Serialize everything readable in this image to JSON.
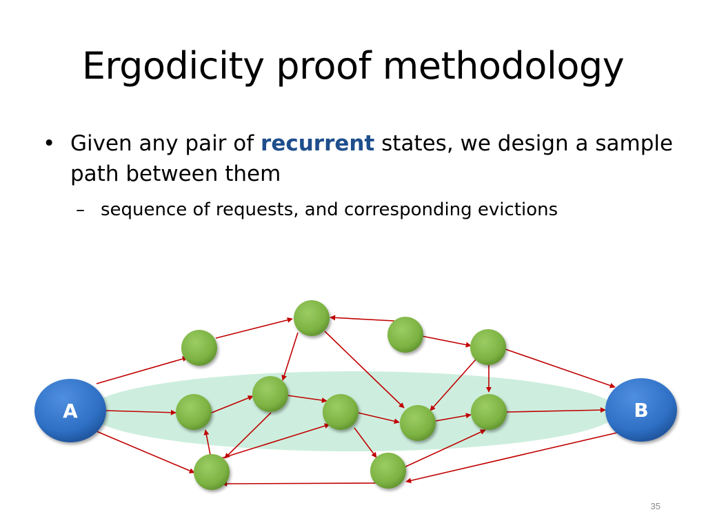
{
  "slide": {
    "title": "Ergodicity proof methodology",
    "bullet1": {
      "marker": "•",
      "before": "Given any pair of ",
      "highlight": "recurrent",
      "after": " states, we design a sample path between them"
    },
    "bullet2": {
      "marker": "–",
      "text": "sequence of requests, and corresponding evictions"
    },
    "page_number": "35"
  },
  "diagram": {
    "start_label": "A",
    "end_label": "B",
    "colors": {
      "endpoint": "#2e6fc4",
      "state": "#7cb342",
      "arrow": "#c00000",
      "region": "#cdeede"
    }
  }
}
